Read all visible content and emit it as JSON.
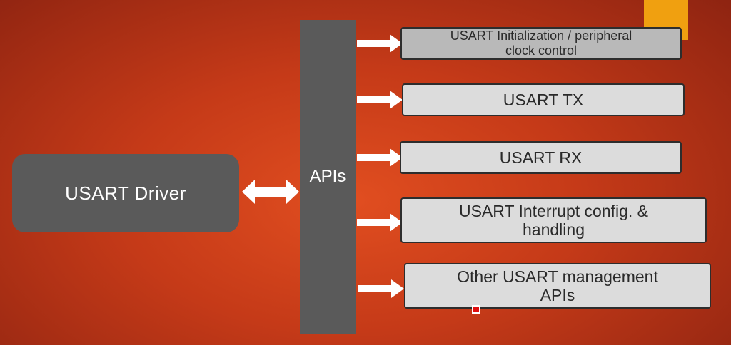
{
  "colors": {
    "background": "#d8431c",
    "box_dark": "#5a5a5a",
    "box_light": "#dcdcdc",
    "accent": "#f0a010"
  },
  "driver": {
    "label": "USART Driver"
  },
  "apis": {
    "label": "APIs"
  },
  "functions": [
    {
      "label": "USART Initialization / peripheral\nclock control"
    },
    {
      "label": "USART TX"
    },
    {
      "label": "USART RX"
    },
    {
      "label": "USART Interrupt config. &\nhandling"
    },
    {
      "label": "Other USART management\nAPIs"
    }
  ]
}
